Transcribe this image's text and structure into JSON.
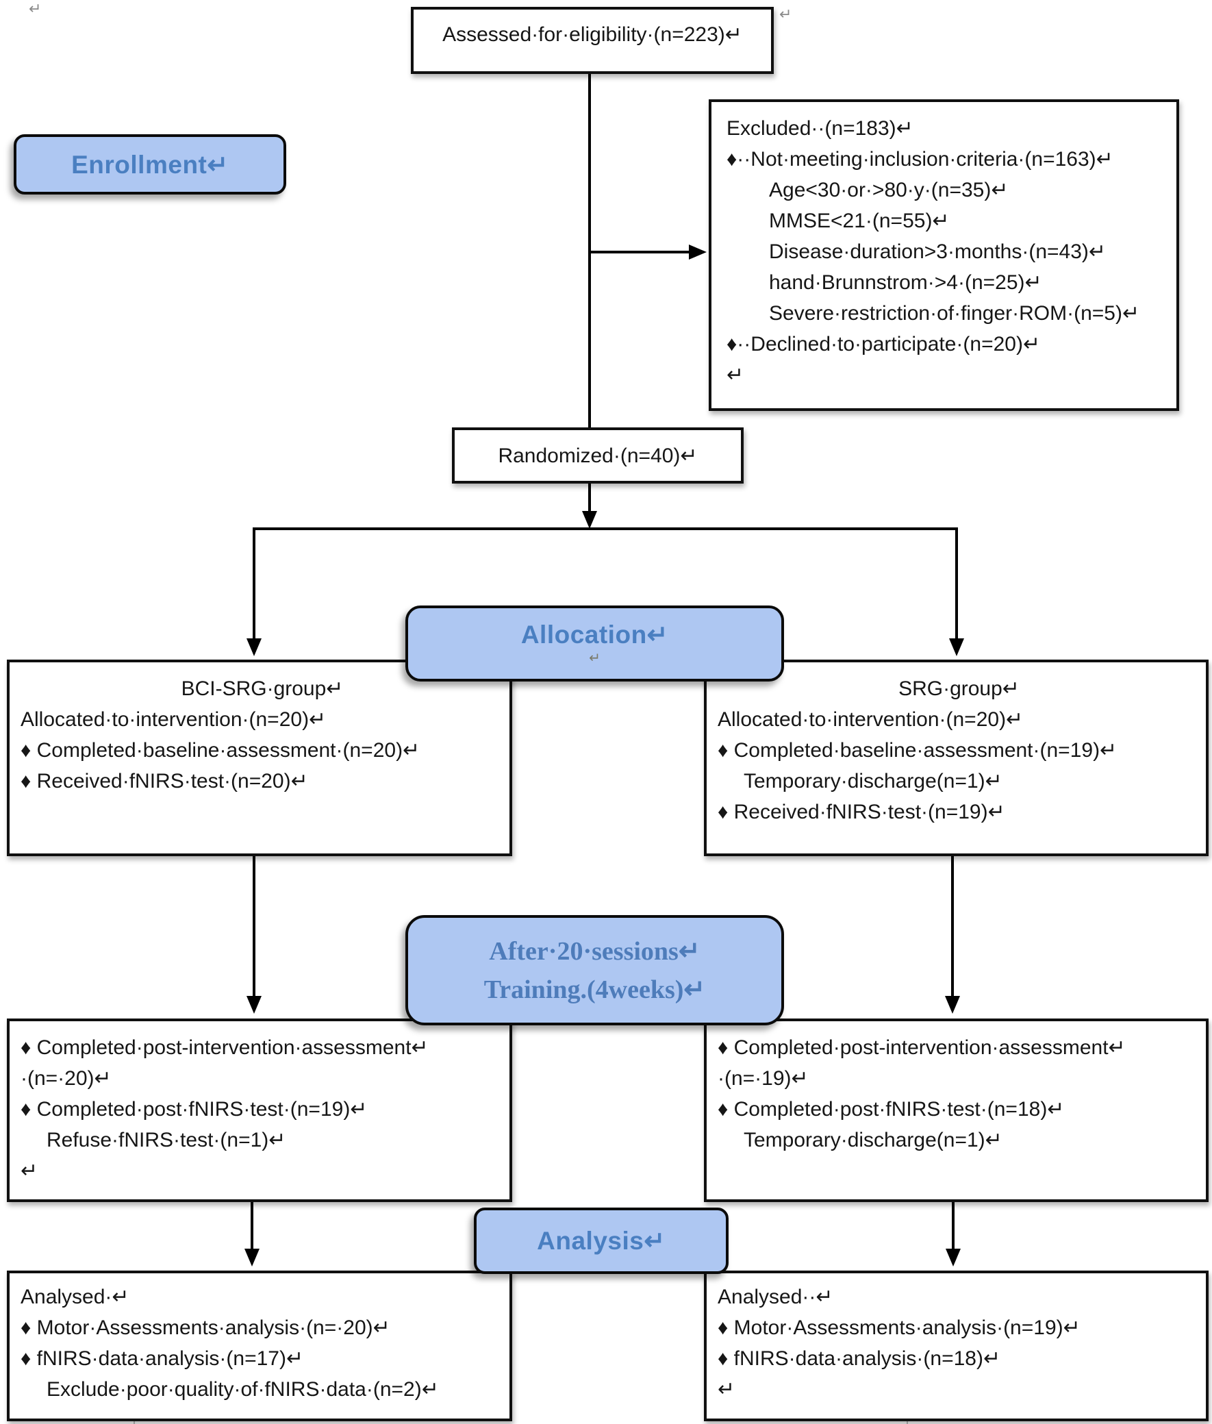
{
  "colors": {
    "pill_fill": "#aec7f2",
    "pill_label_blue": "#4a7fc1",
    "serif_label_blue": "#4e7cba",
    "connector_black": "#000000",
    "body_text": "#161616"
  },
  "stray_marks": {
    "top_left": "↵",
    "top_right": "↵"
  },
  "assessed": {
    "text": "Assessed·for·eligibility·(n=223)↵"
  },
  "enrollment": {
    "label": "Enrollment↵"
  },
  "excluded": {
    "lines": [
      "Excluded··(n=183)↵",
      "♦··Not·meeting·inclusion·criteria·(n=163)↵",
      "Age<30·or·>80·y·(n=35)↵",
      "MMSE<21·(n=55)↵",
      "Disease·duration>3·months·(n=43)↵",
      "hand·Brunnstrom·>4·(n=25)↵",
      "Severe·restriction·of·finger·ROM·(n=5)↵",
      "♦··Declined·to·participate·(n=20)↵",
      "↵"
    ]
  },
  "randomized": {
    "text": "Randomized·(n=40)↵"
  },
  "allocation": {
    "label": "Allocation↵",
    "paragraph_mark": "↵"
  },
  "bci_srg_group": {
    "title": "BCI-SRG·group↵",
    "lines": [
      "Allocated·to·intervention·(n=20)↵",
      "♦ Completed·baseline·assessment·(n=20)↵",
      "♦ Received·fNIRS·test·(n=20)↵"
    ]
  },
  "srg_group": {
    "title": "SRG·group↵",
    "lines": [
      "Allocated·to·intervention·(n=20)↵",
      "♦ Completed·baseline·assessment·(n=19)↵",
      "Temporary·discharge(n=1)↵",
      "♦ Received·fNIRS·test·(n=19)↵"
    ]
  },
  "after_training": {
    "line1": "After·20·sessions↵",
    "line2": "Training.(4weeks)↵"
  },
  "bci_post": {
    "lines": [
      "♦ Completed·post-intervention·assessment↵",
      "·(n=·20)↵",
      "♦ Completed·post·fNIRS·test·(n=19)↵",
      "Refuse·fNIRS·test·(n=1)↵",
      "↵"
    ]
  },
  "srg_post": {
    "lines": [
      "♦ Completed·post-intervention·assessment↵",
      "·(n=·19)↵",
      "♦ Completed·post·fNIRS·test·(n=18)↵",
      "Temporary·discharge(n=1)↵"
    ]
  },
  "analysis": {
    "label": "Analysis↵"
  },
  "bci_analysed": {
    "lines": [
      "Analysed·↵",
      "♦ Motor·Assessments·analysis·(n=·20)↵",
      "♦ fNIRS·data·analysis·(n=17)↵",
      "Exclude·poor·quality·of·fNIRS·data·(n=2)↵"
    ]
  },
  "srg_analysed": {
    "lines": [
      "Analysed··↵",
      "♦ Motor·Assessments·analysis·(n=19)↵",
      "♦ fNIRS·data·analysis·(n=18)↵",
      "↵"
    ]
  }
}
